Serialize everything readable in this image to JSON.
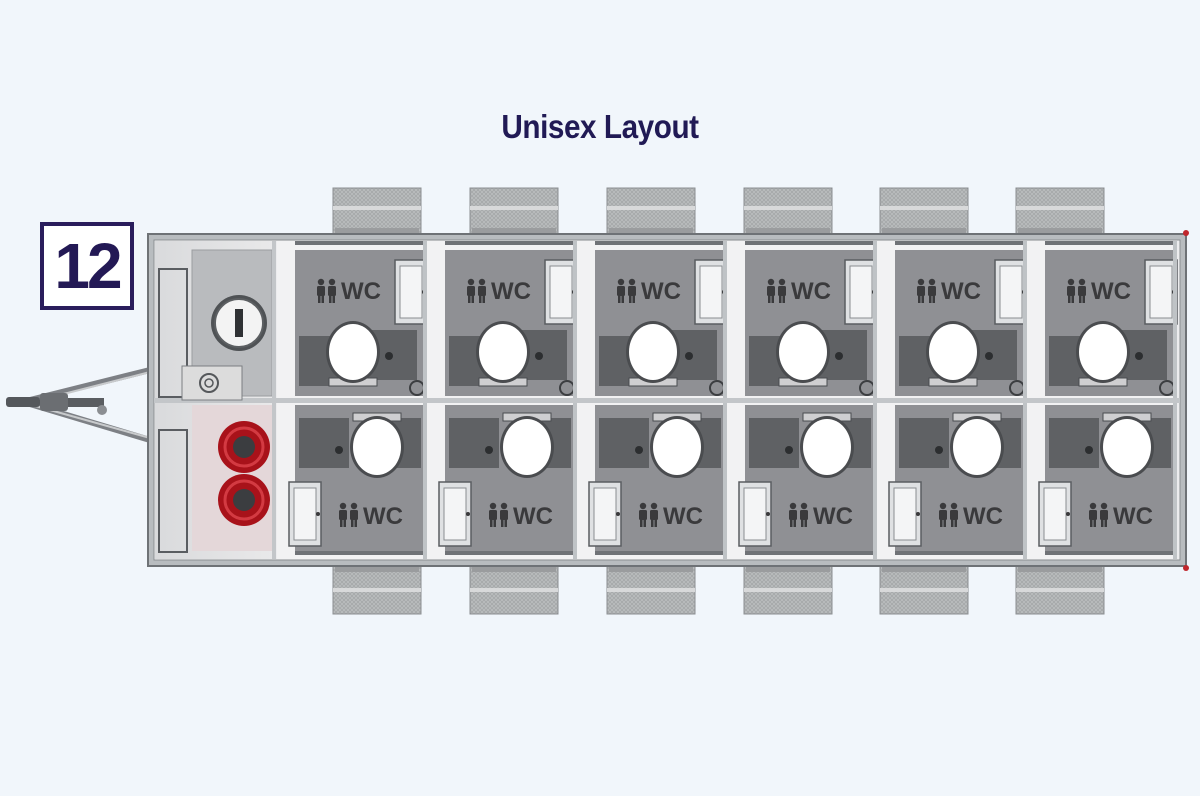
{
  "title": "Unisex Layout",
  "badge": "12",
  "stall_label": "WC",
  "colors": {
    "title": "#211a55",
    "badge_border": "#2a1d5c",
    "hose_reel": "#b3131c",
    "floor": "#8f9094",
    "wall": "#bfc3c6",
    "background": "#f1f6fb"
  },
  "stalls": {
    "top_row": [
      "WC",
      "WC",
      "WC",
      "WC",
      "WC",
      "WC"
    ],
    "bottom_row": [
      "WC",
      "WC",
      "WC",
      "WC",
      "WC",
      "WC"
    ]
  },
  "icons": [
    "unisex-person-icon",
    "toilet-icon",
    "sink-icon",
    "hose-reel-icon",
    "tank-icon",
    "step-icon",
    "hitch-icon"
  ]
}
